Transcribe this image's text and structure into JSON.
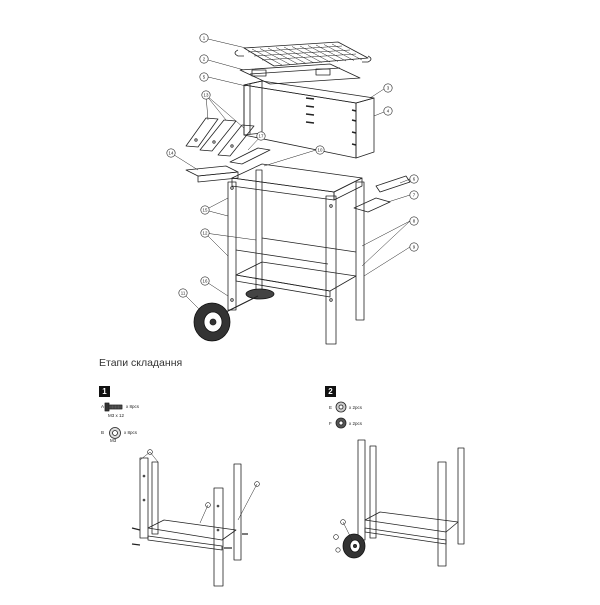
{
  "diagram": {
    "callouts": [
      {
        "id": "c1",
        "label": "1"
      },
      {
        "id": "c2",
        "label": "2"
      },
      {
        "id": "c3",
        "label": "3"
      },
      {
        "id": "c4",
        "label": "4"
      },
      {
        "id": "c5",
        "label": "5"
      },
      {
        "id": "c6",
        "label": "6"
      },
      {
        "id": "c7",
        "label": "7"
      },
      {
        "id": "c8",
        "label": "8"
      },
      {
        "id": "c9",
        "label": "9"
      },
      {
        "id": "c10",
        "label": "10"
      },
      {
        "id": "c11",
        "label": "11"
      },
      {
        "id": "c12",
        "label": "12"
      },
      {
        "id": "c13",
        "label": "13"
      },
      {
        "id": "c14",
        "label": "14"
      },
      {
        "id": "c15",
        "label": "15"
      },
      {
        "id": "c16",
        "label": "16"
      },
      {
        "id": "c17",
        "label": "17"
      },
      {
        "id": "c18",
        "label": "18"
      }
    ]
  },
  "assembly": {
    "title": "Етапи складання",
    "steps": [
      {
        "number": "1",
        "parts": [
          {
            "letter": "A",
            "qty": "x 8pcs",
            "spec": "M3 x 12"
          },
          {
            "letter": "B",
            "qty": "x 8pcs",
            "spec": "M3"
          }
        ]
      },
      {
        "number": "2",
        "parts": [
          {
            "letter": "E",
            "qty": "x 2pcs",
            "spec": ""
          },
          {
            "letter": "F",
            "qty": "x 2pcs",
            "spec": ""
          }
        ]
      }
    ]
  },
  "colors": {
    "line": "#222222",
    "wheel": "#333333",
    "badge": "#111111"
  }
}
